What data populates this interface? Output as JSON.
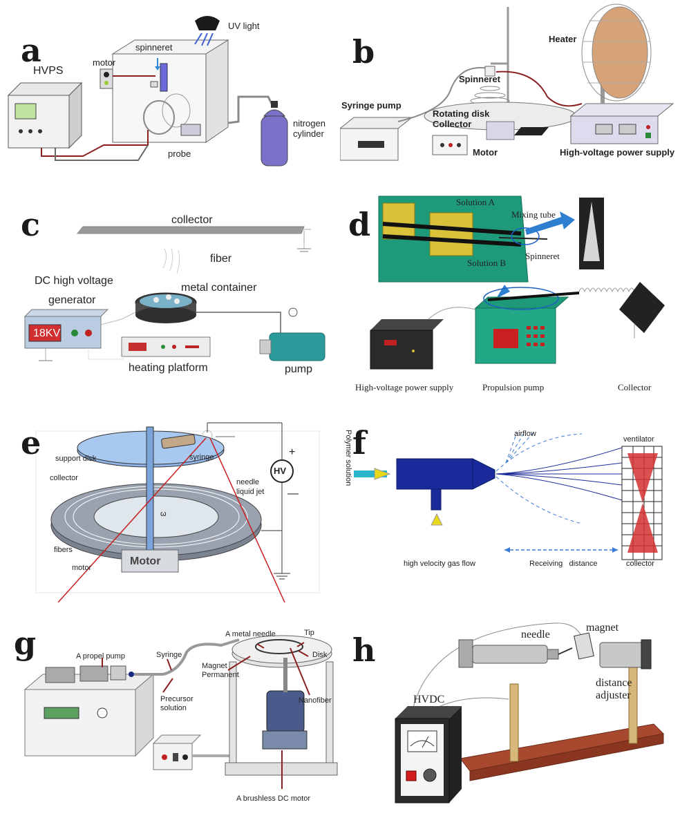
{
  "panels": {
    "a": {
      "letter": "a",
      "labels": {
        "hvps": "HVPS",
        "motor": "motor",
        "spinneret": "spinneret",
        "uv": "UV light",
        "nitrogen": "nitrogen\ncylinder",
        "probe": "probe"
      }
    },
    "b": {
      "letter": "b",
      "labels": {
        "heater": "Heater",
        "spinneret": "Spinneret",
        "syringe_pump": "Syringe pump",
        "rotating": "Rotating disk\nCollector",
        "motor": "Motor",
        "hvps": "High-voltage power supply"
      }
    },
    "c": {
      "letter": "c",
      "labels": {
        "collector": "collector",
        "fiber": "fiber",
        "dc": "DC high voltage",
        "generator": "generator",
        "metal": "metal container",
        "heating": "heating platform",
        "pump": "pump",
        "display": "18KV"
      }
    },
    "d": {
      "letter": "d",
      "labels": {
        "solution_a": "Solution A",
        "mixing": "Mixing tube",
        "solution_b": "Solution B",
        "spinneret": "Spinneret",
        "hvps": "High-voltage power supply",
        "propulsion": "Propulsion pump",
        "collector": "Collector"
      }
    },
    "e": {
      "letter": "e",
      "labels": {
        "support": "support disk",
        "syringe": "syringe",
        "collector": "collector",
        "needle": "needle",
        "liquid": "liquid jet",
        "hv": "HV",
        "plus": "+",
        "minus": "—",
        "fibers": "fibers",
        "motor": "motor",
        "motor_box": "Motor",
        "omega": "ω"
      }
    },
    "f": {
      "letter": "f",
      "labels": {
        "polymer": "Polymer  solution",
        "airflow": "airflow",
        "ventilator": "ventilator",
        "gas": "high velocity gas flow",
        "receiving": "Receiving   distance",
        "collector": "collector"
      }
    },
    "g": {
      "letter": "g",
      "labels": {
        "propel": "A propel pump",
        "metal_needle": "A metal needle",
        "tip": "Tip",
        "syringe": "Syringe",
        "disk": "Disk",
        "magnet": "Magnet\nPermanent",
        "precursor": "Precursor\nsolution",
        "nanofiber": "Nanofiber",
        "motor": "A brushless DC motor"
      }
    },
    "h": {
      "letter": "h",
      "labels": {
        "needle": "needle",
        "magnet": "magnet",
        "hvdc": "HVDC",
        "distance": "distance\nadjuster"
      }
    }
  }
}
